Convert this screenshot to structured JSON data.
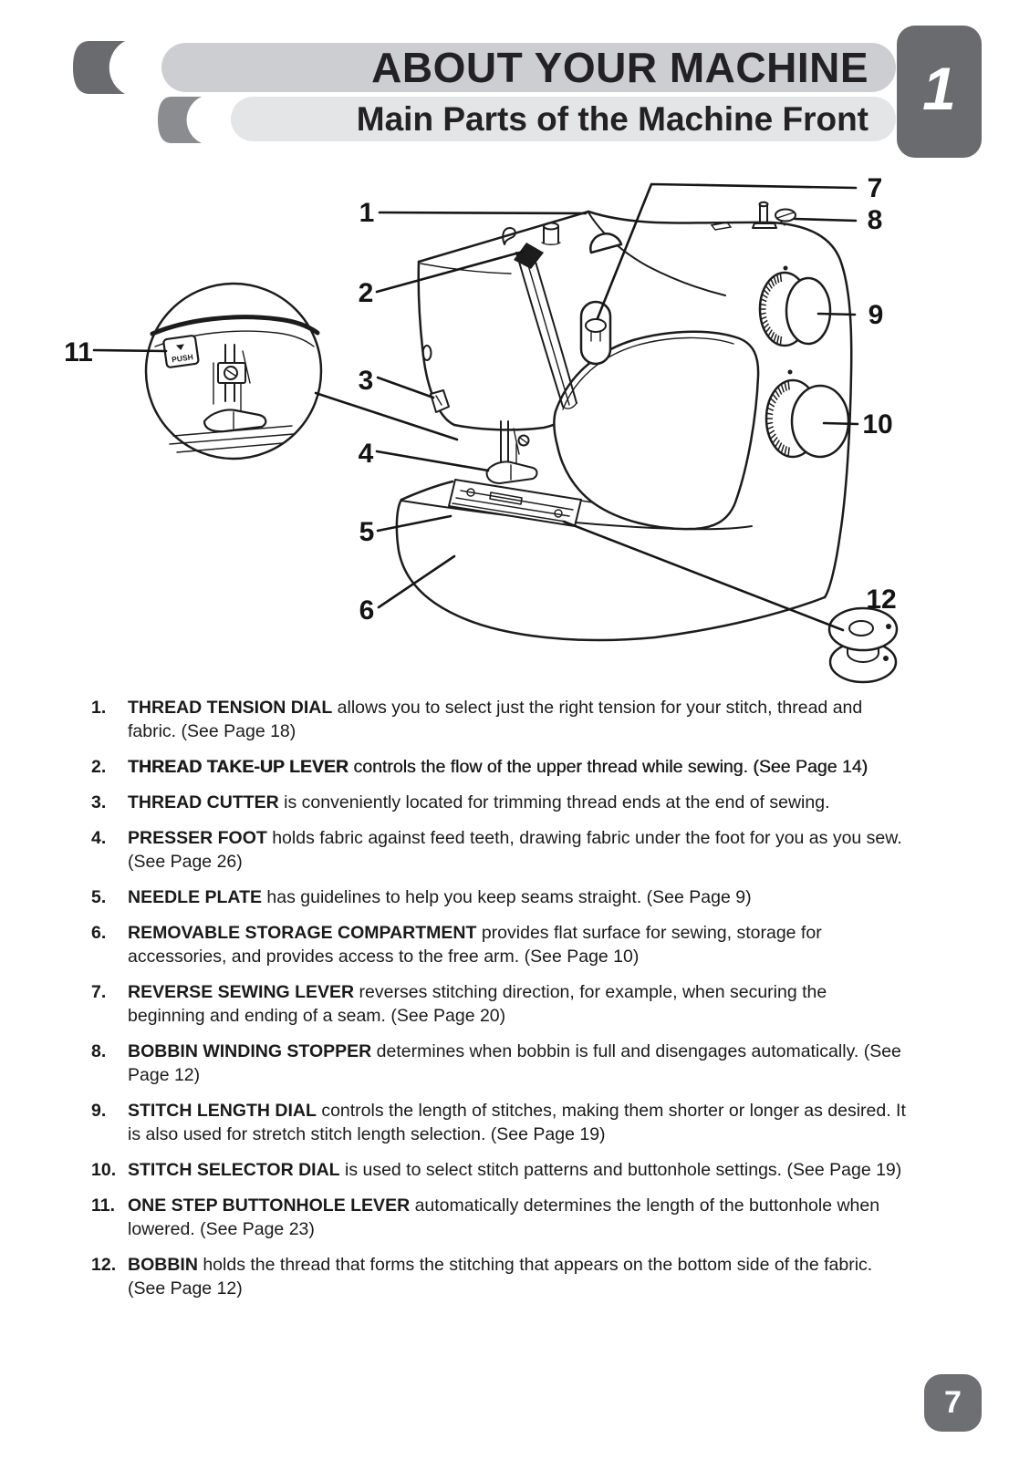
{
  "page": {
    "title": "ABOUT YOUR MACHINE",
    "subtitle": "Main Parts of the Machine Front",
    "chapter_tab": "1",
    "page_number": "7"
  },
  "colors": {
    "bar1": "#cdced2",
    "bar2": "#e4e5e7",
    "tab": "#696b6e",
    "crescent1": "#696b6e",
    "crescent2": "#8a8c8f",
    "ink": "#1c1c1c"
  },
  "diagram": {
    "push_label": "PUSH",
    "callouts": [
      {
        "num": "1"
      },
      {
        "num": "2"
      },
      {
        "num": "3"
      },
      {
        "num": "4"
      },
      {
        "num": "5"
      },
      {
        "num": "6"
      },
      {
        "num": "7"
      },
      {
        "num": "8"
      },
      {
        "num": "9"
      },
      {
        "num": "10"
      },
      {
        "num": "11"
      },
      {
        "num": "12"
      }
    ]
  },
  "parts": [
    {
      "num": "1.",
      "name": "THREAD TENSION DIAL",
      "lines": [
        "allows you to select just the right tension for your stitch, thread and",
        "fabric. (See Page 18)"
      ]
    },
    {
      "num": "2.",
      "name": "THREAD TAKE-UP LEVER",
      "heavy": true,
      "lines": [
        "controls the flow of the upper thread while sewing. (See Page 14)"
      ]
    },
    {
      "num": "3.",
      "name": "THREAD CUTTER",
      "lines": [
        "is conveniently located for trimming thread ends at the end of sewing."
      ]
    },
    {
      "num": "4.",
      "name": "PRESSER FOOT",
      "lines": [
        "holds fabric against feed teeth, drawing fabric under the foot for you as you sew.",
        "(See Page 26)"
      ]
    },
    {
      "num": "5.",
      "name": "NEEDLE PLATE",
      "lines": [
        "has guidelines to help you keep seams straight. (See Page 9)"
      ]
    },
    {
      "num": "6.",
      "name": "REMOVABLE STORAGE COMPARTMENT",
      "lines": [
        "provides flat surface for sewing, storage for",
        "accessories, and provides access to the free arm. (See Page 10)"
      ]
    },
    {
      "num": "7.",
      "name": "REVERSE SEWING LEVER",
      "lines": [
        "reverses stitching direction, for example, when securing the",
        "beginning and ending of a seam. (See Page 20)"
      ]
    },
    {
      "num": "8.",
      "name": "BOBBIN WINDING STOPPER",
      "lines": [
        "determines when bobbin is full and disengages automatically. (See",
        "Page 12)"
      ]
    },
    {
      "num": "9.",
      "name": "STITCH LENGTH DIAL",
      "lines": [
        "controls the length of stitches, making them shorter or longer as desired. It",
        "is also used for stretch stitch length selection. (See Page 19)"
      ]
    },
    {
      "num": "10.",
      "name": "STITCH SELECTOR DIAL",
      "lines": [
        "is used to select stitch patterns and buttonhole settings. (See Page 19)"
      ]
    },
    {
      "num": "11.",
      "name": "ONE STEP BUTTONHOLE LEVER",
      "lines": [
        "automatically determines the length of the buttonhole when",
        "lowered. (See Page 23)"
      ]
    },
    {
      "num": "12.",
      "name": "BOBBIN",
      "lines": [
        "holds the thread that forms the stitching that appears on the bottom side of the fabric.",
        "(See Page 12)"
      ]
    }
  ]
}
